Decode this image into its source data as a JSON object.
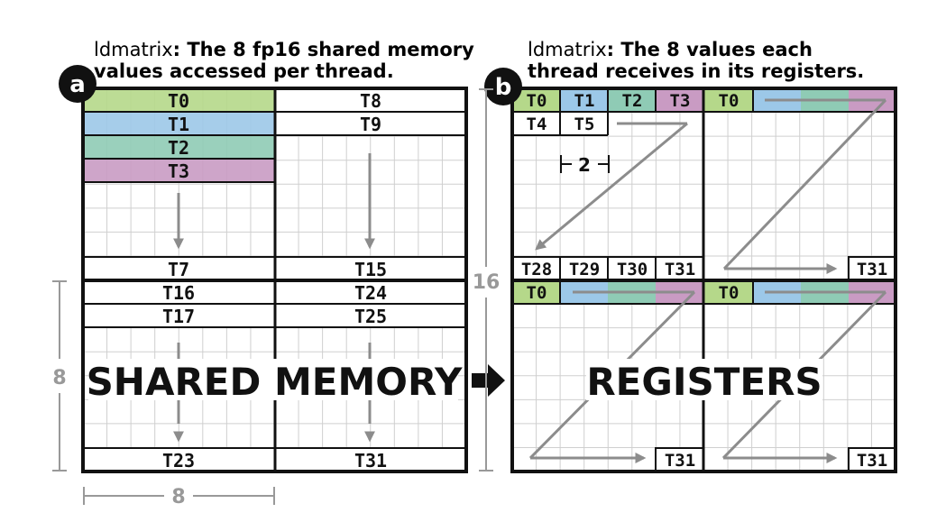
{
  "panel_a": {
    "badge": "a",
    "caption_code": "ldmatrix",
    "caption_line1": ": The 8 fp16 shared memory",
    "caption_line2": "values accessed per thread.",
    "big_label": "SHARED MEMORY",
    "dim_height": "8",
    "dim_width": "8",
    "rows_left": [
      {
        "label": "T0",
        "color": "#b5d88a"
      },
      {
        "label": "T1",
        "color": "#9cc8e8"
      },
      {
        "label": "T2",
        "color": "#8fcbb5"
      },
      {
        "label": "T3",
        "color": "#c99bc3"
      },
      {
        "label": "T7",
        "color": ""
      },
      {
        "label": "T16",
        "color": ""
      },
      {
        "label": "T17",
        "color": ""
      },
      {
        "label": "T23",
        "color": ""
      }
    ],
    "rows_right": [
      {
        "label": "T8"
      },
      {
        "label": "T9"
      },
      {
        "label": "T15"
      },
      {
        "label": "T24"
      },
      {
        "label": "T25"
      },
      {
        "label": "T31"
      }
    ]
  },
  "panel_b": {
    "badge": "b",
    "caption_code": "ldmatrix",
    "caption_line1": ": The 8 values each",
    "caption_line2": "thread receives in its registers.",
    "big_label": "REGISTERS",
    "dim_height": "16",
    "dim_pair": "2",
    "top_row": [
      "T0",
      "T1",
      "T2",
      "T3"
    ],
    "second_row": [
      "T4",
      "T5"
    ],
    "bottom_row": [
      "T28",
      "T29",
      "T30",
      "T31"
    ],
    "quadrant_first": "T0",
    "quadrant_last": "T31"
  },
  "colors": {
    "t0": "#b5d88a",
    "t1": "#9cc8e8",
    "t2": "#8fcbb5",
    "t3": "#c99bc3",
    "grid": "#cfcfcf",
    "arrow": "#8c8c8c",
    "border": "#111111"
  }
}
